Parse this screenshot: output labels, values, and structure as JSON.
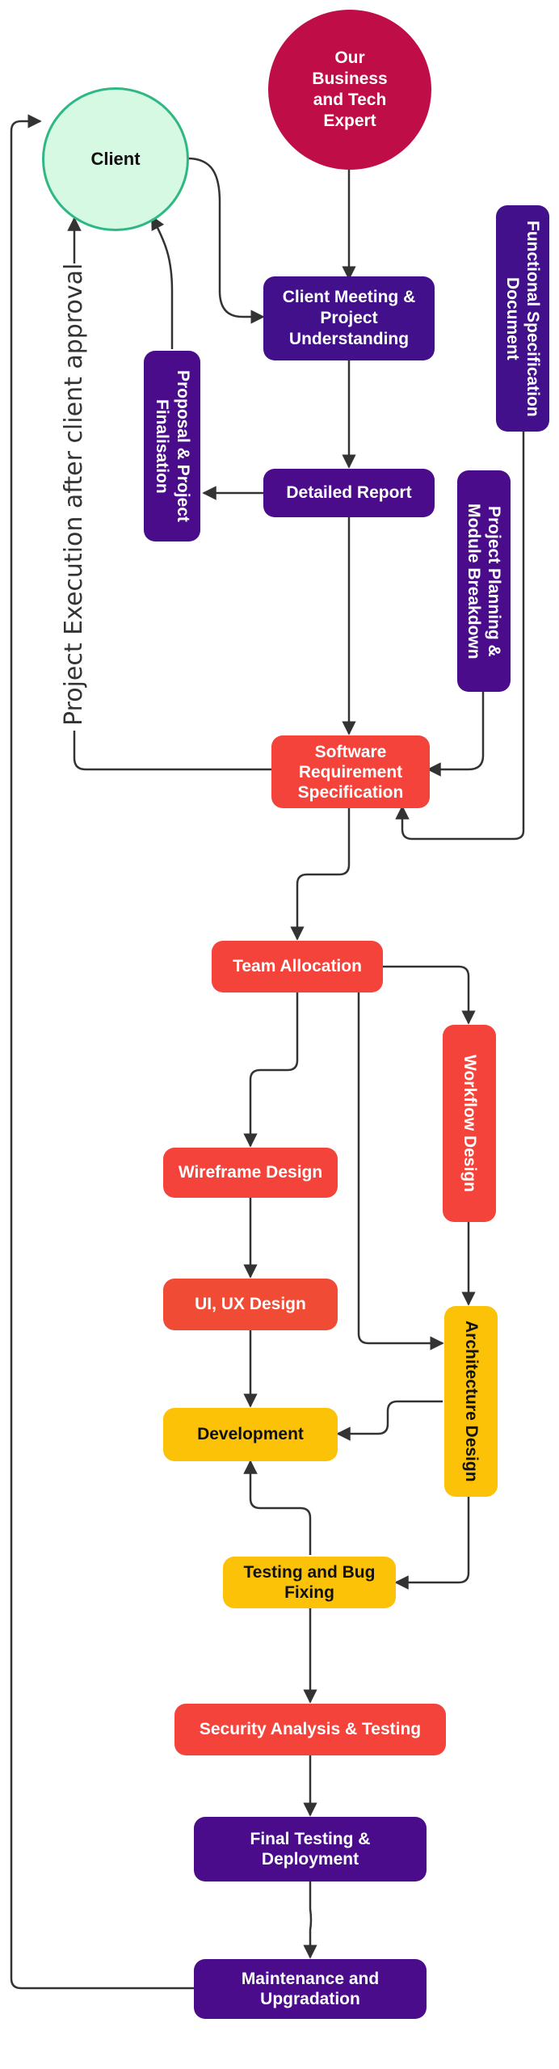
{
  "colors": {
    "purple": "#42108a",
    "violet": "#4b0c8c",
    "red": "#f4433a",
    "orange_red": "#ef4b35",
    "yellow": "#fcc208",
    "crimson": "#bf0d47",
    "mint": "#d6f9e3",
    "mint_border": "#2fb884",
    "arrow": "#333333"
  },
  "nodes": {
    "client": "Client",
    "expert": "Our Business and Tech Expert",
    "meeting": "Client Meeting & Project Understanding",
    "detailed_report": "Detailed Report",
    "proposal": "Proposal & Project Finalisation",
    "functional_spec": "Functional Specification Document",
    "planning": "Project Planning & Module Breakdown",
    "srs": "Software Requirement Specification",
    "team": "Team Allocation",
    "workflow": "Workflow Design",
    "wireframe": "Wireframe Design",
    "uiux": "UI, UX Design",
    "architecture": "Architecture Design",
    "development": "Development",
    "testing": "Testing and Bug Fixing",
    "security": "Security Analysis & Testing",
    "final": "Final Testing & Deployment",
    "maintenance": "Maintenance and Upgradation"
  },
  "side_label": "Project Execution after client approval"
}
